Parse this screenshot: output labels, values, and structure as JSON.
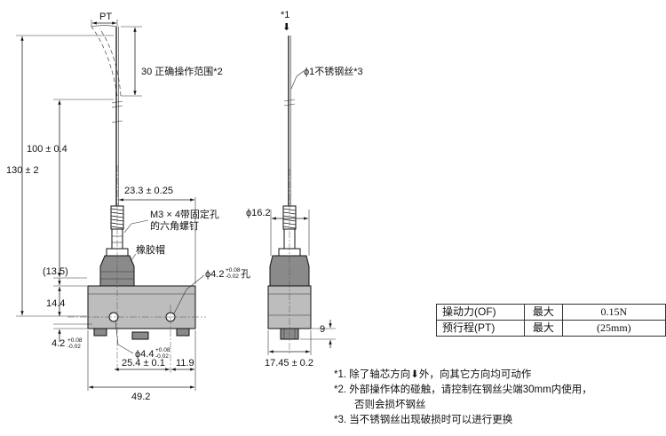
{
  "front_view": {
    "dim_pt": "PT",
    "dim_operating_range": "30 正确操作范围*2",
    "dim_100": "100 ± 0.4",
    "dim_130": "130 ± 2",
    "dim_23_3": "23.3 ± 0.25",
    "callout_screw_line1": "M3 × 4带固定孔",
    "callout_screw_line2": "的六角螺钉",
    "callout_rubber_cap": "橡胶帽",
    "dim_13_5": "(13.5)",
    "dim_hole_right_prefix": "ϕ4.2",
    "dim_hole_right_tol_upper": "+0.08",
    "dim_hole_right_tol_lower": "-0.02",
    "dim_hole_right_suffix": "孔",
    "dim_14_4": "14.4",
    "dim_4_2_left": "4.2",
    "dim_4_2_left_tol_upper": "+0.08",
    "dim_4_2_left_tol_lower": "-0.02",
    "dim_4_4_prefix": "ϕ4.4",
    "dim_4_4_tol_upper": "+0.08",
    "dim_4_4_tol_lower": "-0.02",
    "dim_25_4": "25.4 ± 0.1",
    "dim_11_9": "11.9",
    "dim_49_2": "49.2"
  },
  "side_view": {
    "note_mark": "*1",
    "arrow_glyph": "⬇",
    "wire_callout": "ϕ1不锈钢丝*3",
    "dim_16_2": "ϕ16.2",
    "dim_9": "9",
    "dim_17_45": "17.45 ± 0.2"
  },
  "spec_table": {
    "rows": [
      {
        "param": "操动力(OF)",
        "condition": "最大",
        "value": "0.15N"
      },
      {
        "param": "预行程(PT)",
        "condition": "最大",
        "value": "(25mm)"
      }
    ]
  },
  "notes": {
    "note1": "*1. 除了轴芯方向⬇外，向其它方向均可动作",
    "note2_line1": "*2. 外部操作体的碰触，请控制在钢丝尖端30mm内使用，",
    "note2_line2": "否则会损坏钢丝",
    "note3": "*3. 当不锈钢丝出现破损时可以进行更换"
  }
}
